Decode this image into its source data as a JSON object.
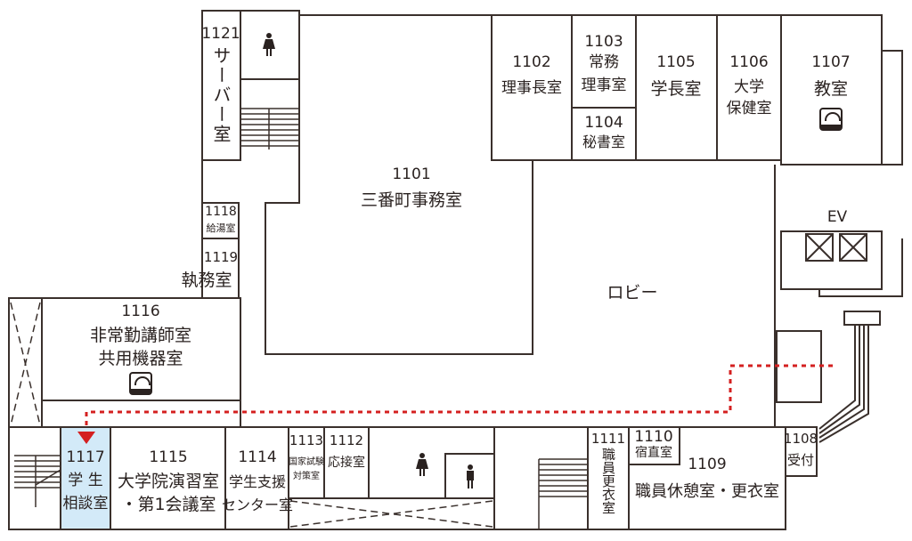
{
  "colors": {
    "wall": "#3a302c",
    "route": "#d42020",
    "highlight": "#d3eaf8"
  },
  "rooms": {
    "r1121": {
      "num": "1121",
      "name": "サーバー室"
    },
    "r1101": {
      "num": "1101",
      "name": "三番町事務室"
    },
    "r1102": {
      "num": "1102",
      "name": "理事長室"
    },
    "r1103": {
      "num": "1103",
      "name1": "常務",
      "name2": "理事室"
    },
    "r1104": {
      "num": "1104",
      "name": "秘書室"
    },
    "r1105": {
      "num": "1105",
      "name": "学長室"
    },
    "r1106": {
      "num": "1106",
      "name1": "大学",
      "name2": "保健室"
    },
    "r1107": {
      "num": "1107",
      "name": "教室"
    },
    "r1118": {
      "num": "1118",
      "name": "給湯室"
    },
    "r1119": {
      "num": "1119",
      "name": "執務室"
    },
    "r1116": {
      "num": "1116",
      "name1": "非常勤講師室",
      "name2": "共用機器室"
    },
    "r1117": {
      "num": "1117",
      "name1": "学 生",
      "name2": "相談室"
    },
    "r1115": {
      "num": "1115",
      "name1": "大学院演習室",
      "name2": "・第1会議室"
    },
    "r1114": {
      "num": "1114",
      "name1": "学生支援",
      "name2": "センター室"
    },
    "r1113": {
      "num": "1113",
      "name1": "国家試験",
      "name2": "対策室"
    },
    "r1112": {
      "num": "1112",
      "name": "応接室"
    },
    "r1111": {
      "num": "1111",
      "name": "職員更衣室"
    },
    "r1110": {
      "num": "1110",
      "name": "宿直室"
    },
    "r1109": {
      "num": "1109",
      "name": "職員休憩室・更衣室"
    },
    "r1108": {
      "num": "1108",
      "name": "受付"
    },
    "lobby": {
      "name": "ロビー"
    },
    "ev": {
      "name": "EV"
    }
  },
  "icons": [
    "womens-restroom-icon",
    "mens-restroom-icon",
    "wifi-icon",
    "destination-marker-icon",
    "elevator-icon",
    "stairs-icon"
  ]
}
